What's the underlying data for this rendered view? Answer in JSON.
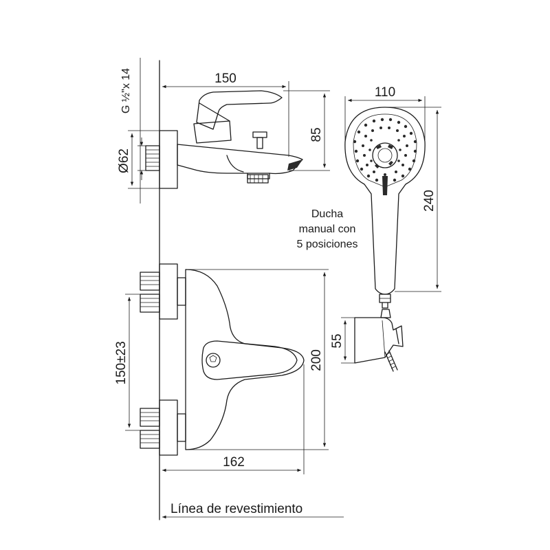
{
  "dimensions": {
    "top_width": "150",
    "top_height": "85",
    "connector_thread": "G ½\"x 14",
    "connector_diameter": "Ø62",
    "shower_head_width": "110",
    "shower_length": "240",
    "holder_height": "55",
    "inlet_spacing": "150±23",
    "front_height": "200",
    "front_width": "162"
  },
  "labels": {
    "shower_line1": "Ducha",
    "shower_line2": "manual con",
    "shower_line3": "5 posiciones",
    "wall_line": "Línea de revestimiento"
  }
}
